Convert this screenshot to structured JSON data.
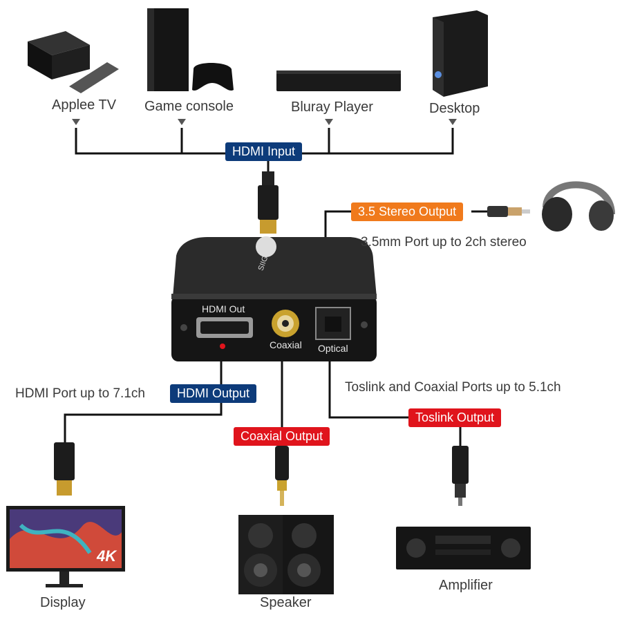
{
  "inputs": {
    "apple_tv": "Applee TV",
    "game_console": "Game console",
    "bluray": "Bluray Player",
    "desktop": "Desktop"
  },
  "tags": {
    "hdmi_input": "HDMI Input",
    "stereo_output": "3.5 Stereo Output",
    "hdmi_output": "HDMI Output",
    "coaxial_output": "Coaxial Output",
    "toslink_output": "Toslink Output"
  },
  "notes": {
    "stereo": "3.5mm Port up to 2ch stereo",
    "hdmi_port": "HDMI Port up to 7.1ch",
    "toslink_coax": "Toslink and Coaxial Ports up to 5.1ch"
  },
  "device": {
    "hdmi_out": "HDMI Out",
    "coaxial": "Coaxial",
    "optical": "Optical",
    "brand": "SIIG"
  },
  "outputs": {
    "display": "Display",
    "display_badge": "4K",
    "speaker": "Speaker",
    "amplifier": "Amplifier"
  },
  "colors": {
    "hdmi_tag": "#0d3b7a",
    "red_tag": "#e0141c",
    "orange_tag": "#f07a1c"
  }
}
